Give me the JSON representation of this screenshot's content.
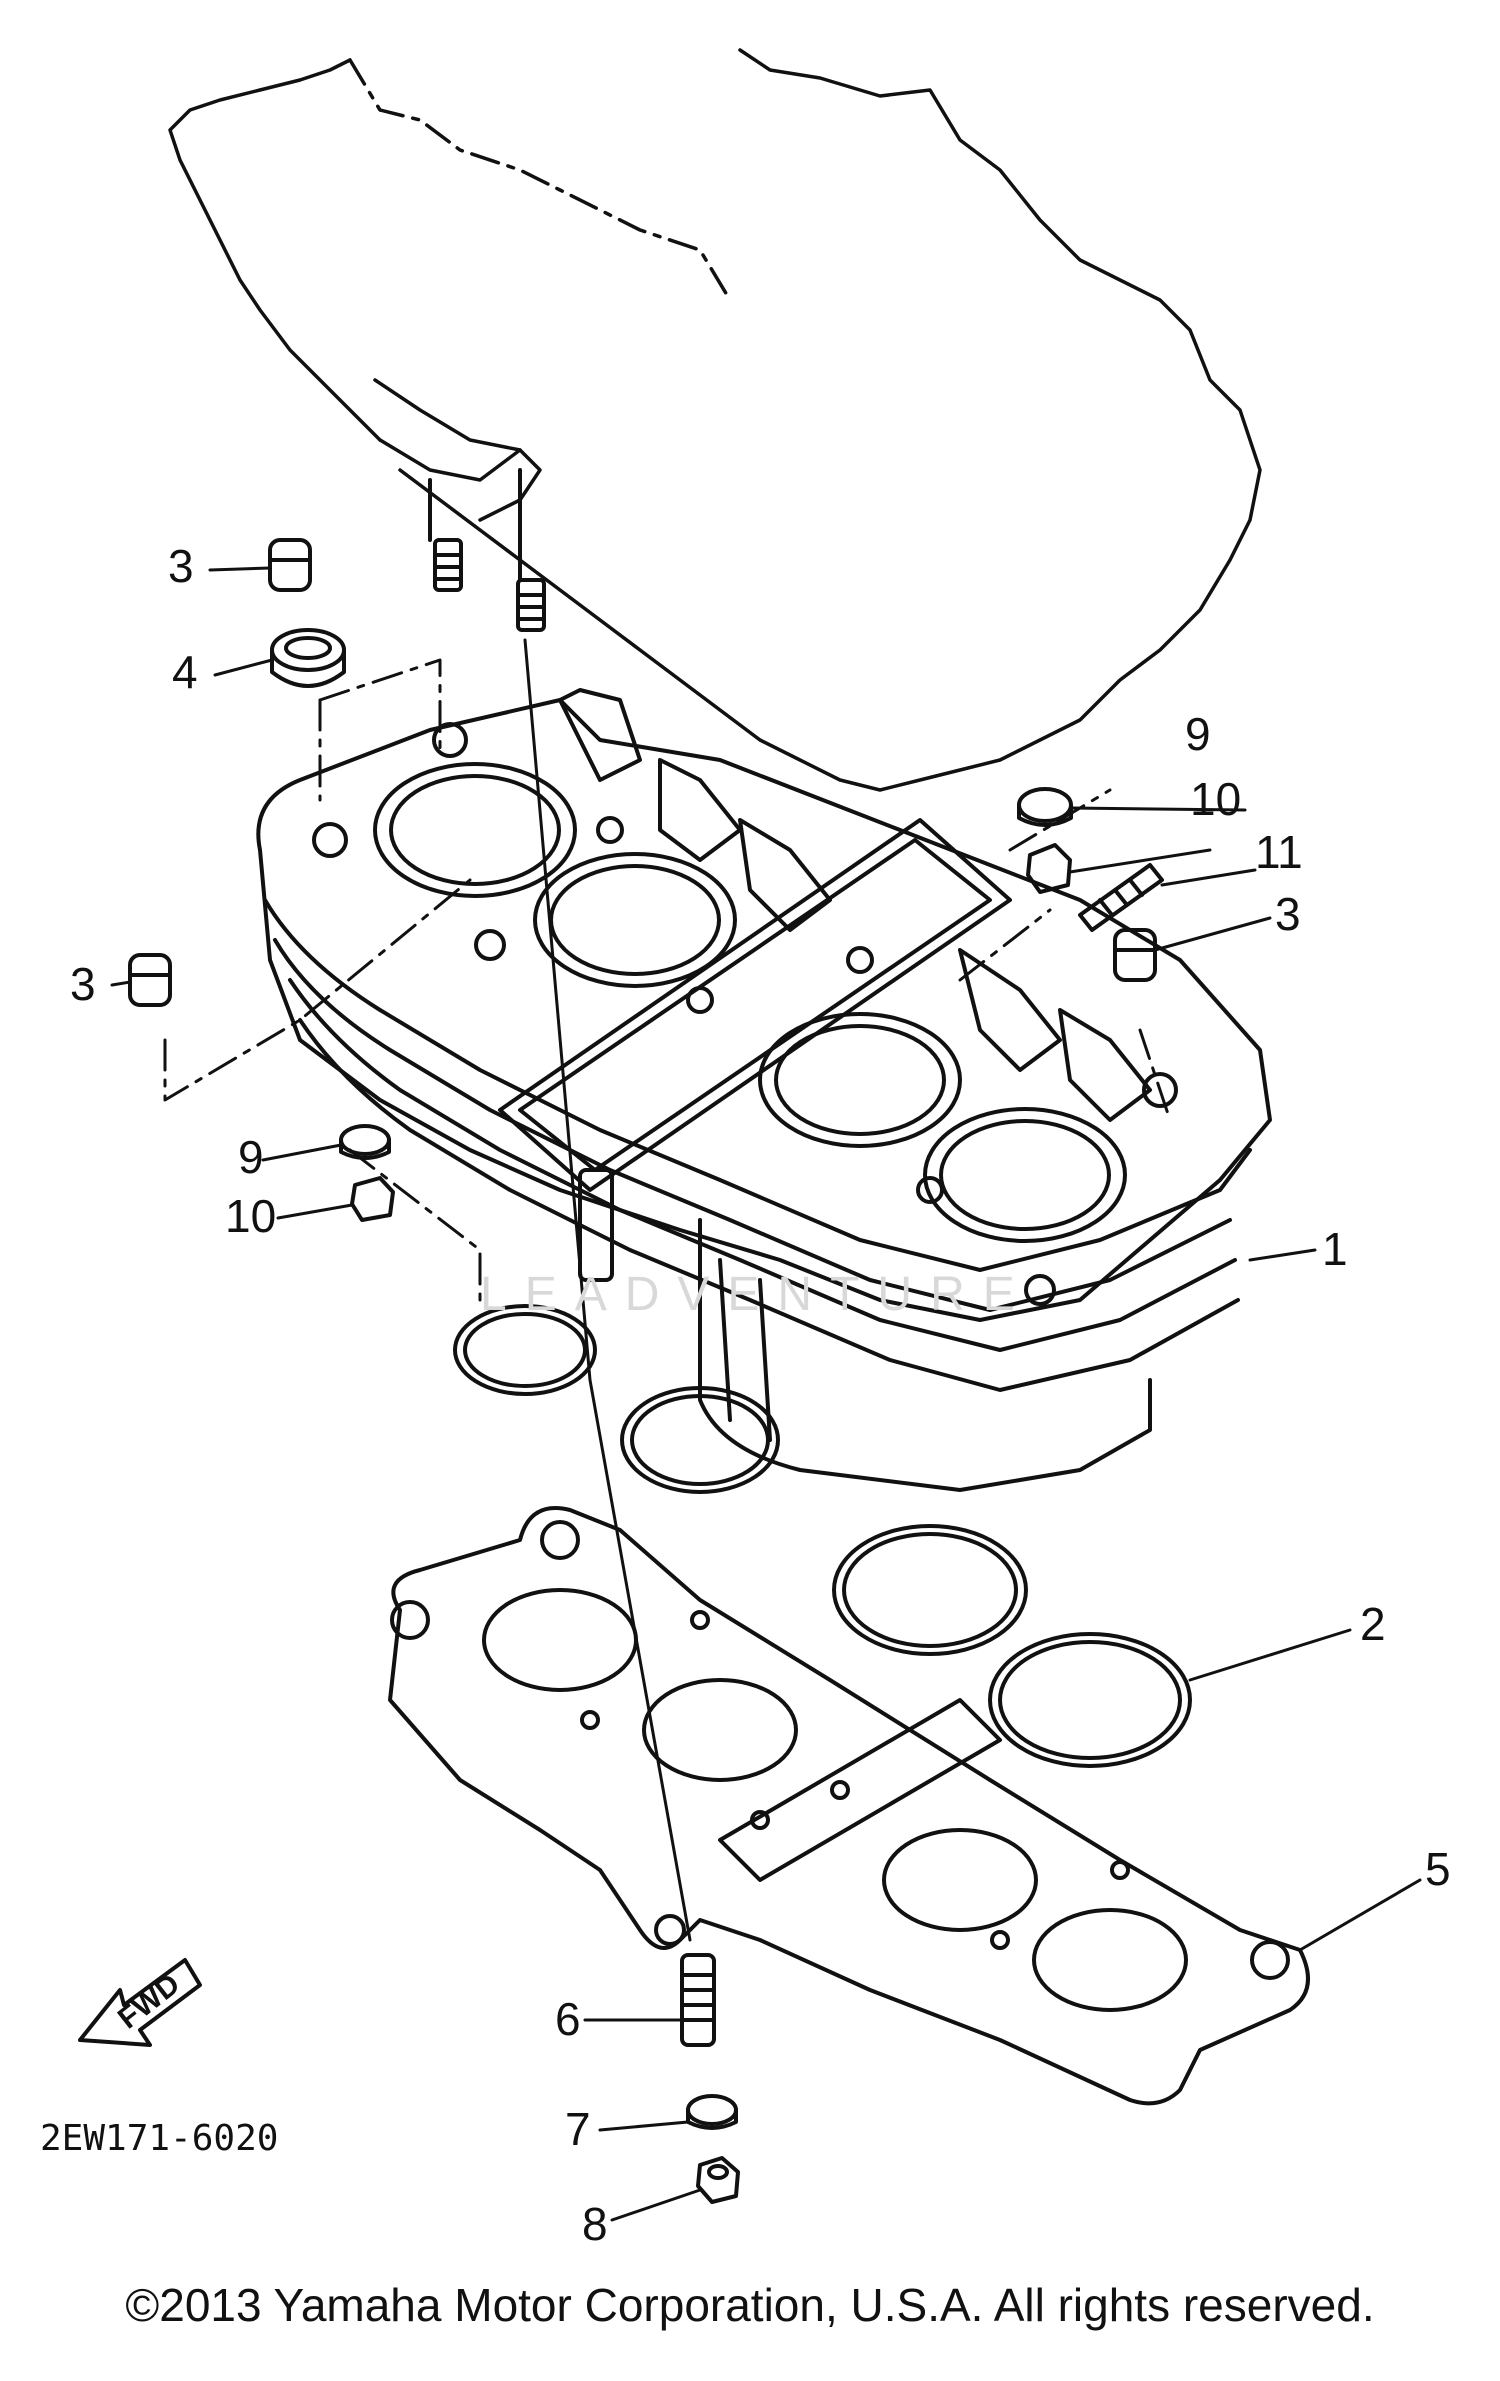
{
  "diagram": {
    "callouts": {
      "c1": "1",
      "c2": "2",
      "c3a": "3",
      "c3b": "3",
      "c3c": "3",
      "c4": "4",
      "c5": "5",
      "c6": "6",
      "c7": "7",
      "c8": "8",
      "c9a": "9",
      "c9b": "9",
      "c10a": "10",
      "c10b": "10",
      "c11": "11"
    },
    "forward_label": "FWD",
    "diagram_code": "2EW171-6020",
    "watermark": "LEADVENTURE"
  },
  "footer": {
    "copyright": "©2013 Yamaha Motor Corporation, U.S.A. All rights reserved."
  }
}
